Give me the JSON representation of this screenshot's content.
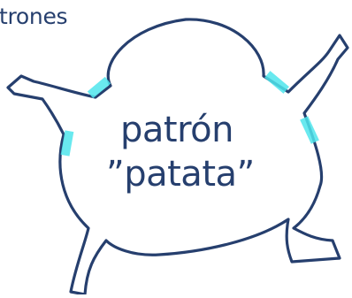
{
  "corner_text": "trones",
  "title": {
    "line1": "patrón",
    "line2": "”patata”"
  },
  "colors": {
    "outline": "#263f6e",
    "tape": "#4fe5ec",
    "background": "#ffffff"
  }
}
